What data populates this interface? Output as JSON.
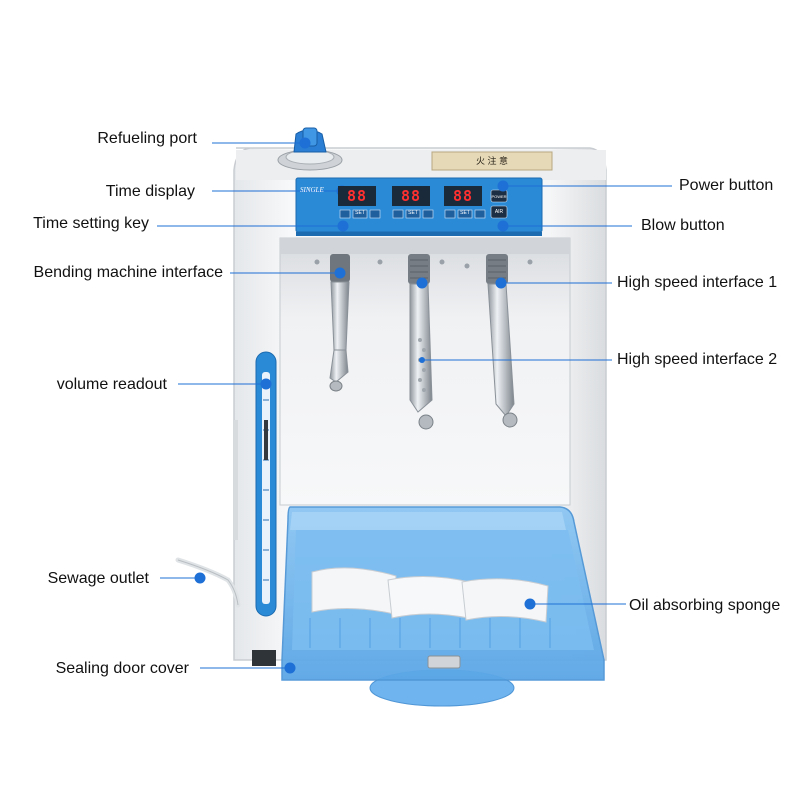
{
  "colors": {
    "accent": "#1e6fd6",
    "panel": "#2b8ad6",
    "segment_text": "#ff3030",
    "tray": "#6fb4ee"
  },
  "brand_text": "SINGLE",
  "warning_label": "火 注 意",
  "display": {
    "readouts": [
      "88",
      "88",
      "88"
    ],
    "key_labels": [
      "SET"
    ],
    "power_key": "POWER",
    "air_key": "AIR"
  },
  "labels": {
    "refueling_port": "Refueling port",
    "time_display": "Time display",
    "time_setting_key": "Time setting key",
    "bending_machine_interface": "Bending machine interface",
    "volume_readout": "volume readout",
    "sewage_outlet": "Sewage outlet",
    "sealing_door_cover": "Sealing door cover",
    "power_button": "Power button",
    "blow_button": "Blow button",
    "high_speed_interface_1": "High speed interface 1",
    "high_speed_interface_2": "High speed interface 2",
    "oil_absorbing_sponge": "Oil absorbing sponge"
  }
}
